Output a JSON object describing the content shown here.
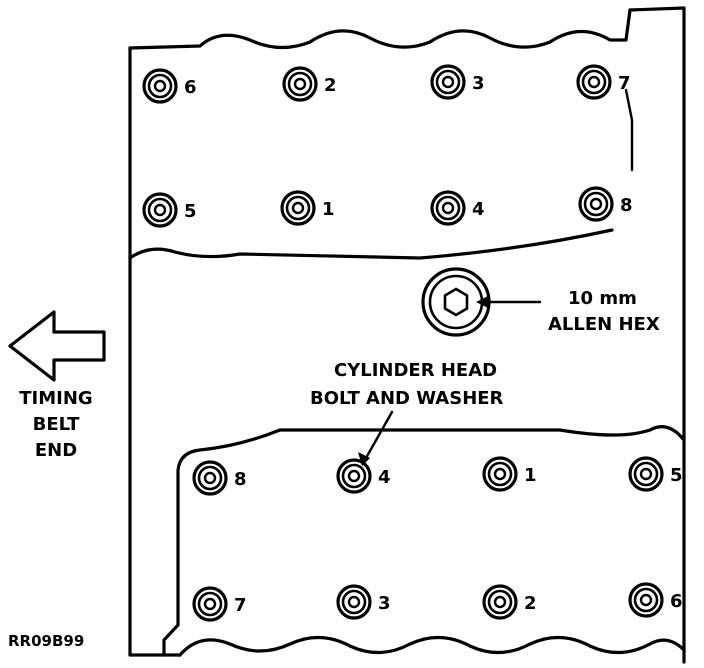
{
  "upper_bolts": [
    {
      "number": "6"
    },
    {
      "number": "2"
    },
    {
      "number": "3"
    },
    {
      "number": "7"
    },
    {
      "number": "5"
    },
    {
      "number": "1"
    },
    {
      "number": "4"
    },
    {
      "number": "8"
    }
  ],
  "lower_bolts": [
    {
      "number": "8"
    },
    {
      "number": "4"
    },
    {
      "number": "1"
    },
    {
      "number": "5"
    },
    {
      "number": "7"
    },
    {
      "number": "3"
    },
    {
      "number": "2"
    },
    {
      "number": "6"
    }
  ],
  "labels": {
    "allen_hex_line1": "10 mm",
    "allen_hex_line2": "ALLEN HEX",
    "bolt_washer_line1": "CYLINDER HEAD",
    "bolt_washer_line2": "BOLT AND WASHER",
    "timing_line1": "TIMING",
    "timing_line2": "BELT",
    "timing_line3": "END",
    "figure_ref": "RR09B99"
  }
}
